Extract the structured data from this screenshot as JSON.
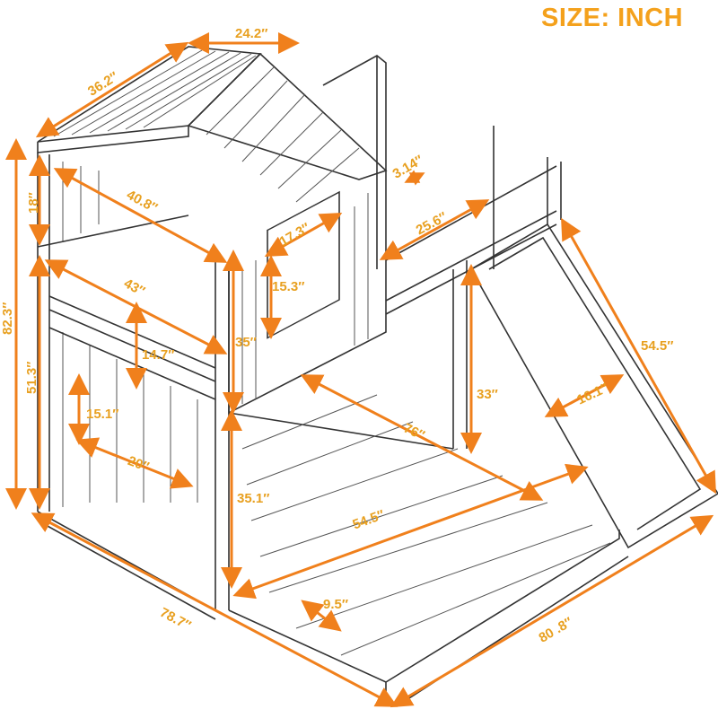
{
  "title": "SIZE: INCH",
  "colors": {
    "dimension_line": "#f0801c",
    "label": "#e8a020",
    "title": "#f4a11c",
    "drawing": "#333333"
  },
  "dimensions": {
    "roof_width": "24.2″",
    "roof_depth": "36.2″",
    "total_height": "82.3″",
    "roof_height": "18″",
    "upper_length": "40.8″",
    "upper_bed_height": "51.3″",
    "guardrail_length": "43″",
    "guardrail_height": "14.7″",
    "lower_window_height": "15.1″",
    "lower_window_width": "20″",
    "upper_clearance": "35″",
    "upper_window_width": "17.3″",
    "upper_window_height": "15.3″",
    "slat_gap": "3.14″",
    "platform_rail": "25.6″",
    "slide_platform_height": "33″",
    "lower_length": "76″",
    "slide_width": "16.1″",
    "slide_length": "54.5″",
    "lower_clearance": "35.1″",
    "lower_bed_width": "54.5″",
    "slat_spacing": "9.5″",
    "total_width": "78.7″",
    "total_length": "80 .8″"
  }
}
